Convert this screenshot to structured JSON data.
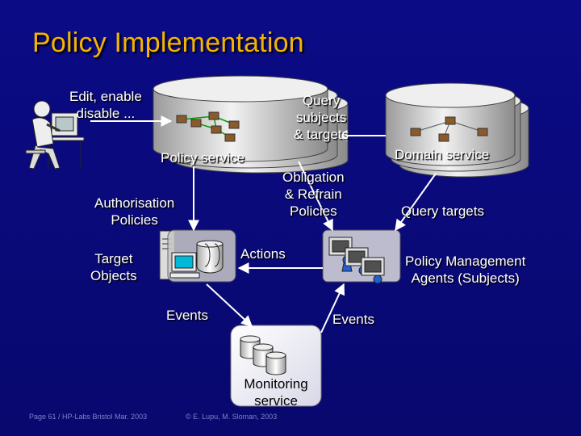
{
  "title": "Policy Implementation",
  "labels": {
    "edit": "Edit, enable\ndisable ...",
    "query_subjects": "Query\nsubjects\n& targets",
    "policy_service": "Policy service",
    "domain_service": "Domain service",
    "obligation": "Obligation\n& Refrain\nPolicies",
    "authorisation": "Authorisation\nPolicies",
    "query_targets": "Query targets",
    "target_objects": "Target\nObjects",
    "actions": "Actions",
    "pma": "Policy Management\nAgents (Subjects)",
    "events_left": "Events",
    "events_right": "Events",
    "monitoring": "Monitoring\nservice"
  },
  "footer": {
    "left": "Page 61 / HP-Labs Bristol Mar. 2003",
    "center": "© E. Lupu, M. Sloman, 2003"
  },
  "colors": {
    "background": "#0b0b86",
    "title": "#f4b400",
    "arrow": "#ffffff",
    "cylinder": "#d8d8d8",
    "node": "#8b5a2b",
    "node_link": "#00a000"
  }
}
